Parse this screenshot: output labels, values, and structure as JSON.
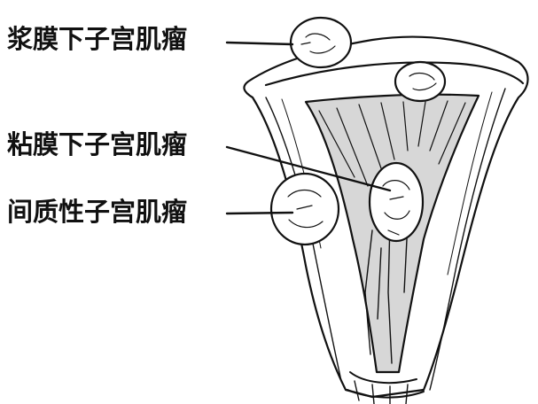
{
  "labels": {
    "subserosal": "浆膜下子宫肌瘤",
    "submucosal": "粘膜下子宫肌瘤",
    "intramural": "间质性子宫肌瘤"
  },
  "colors": {
    "ink": "#111111",
    "paper": "#ffffff"
  }
}
